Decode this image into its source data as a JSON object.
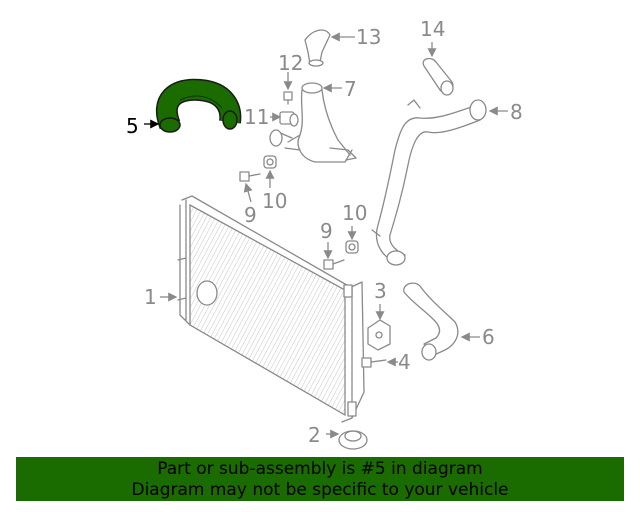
{
  "highlight_color": "#1a6b00",
  "highlighted_part": "5",
  "callouts": {
    "c1": "1",
    "c2": "2",
    "c3": "3",
    "c4": "4",
    "c5": "5",
    "c6": "6",
    "c7": "7",
    "c8": "8",
    "c9a": "9",
    "c9b": "9",
    "c10a": "10",
    "c10b": "10",
    "c11": "11",
    "c12": "12",
    "c13": "13",
    "c14": "14"
  },
  "banner": {
    "line1": "Part or sub-assembly is #5 in diagram",
    "line2": "Diagram may not be specific to your vehicle"
  }
}
